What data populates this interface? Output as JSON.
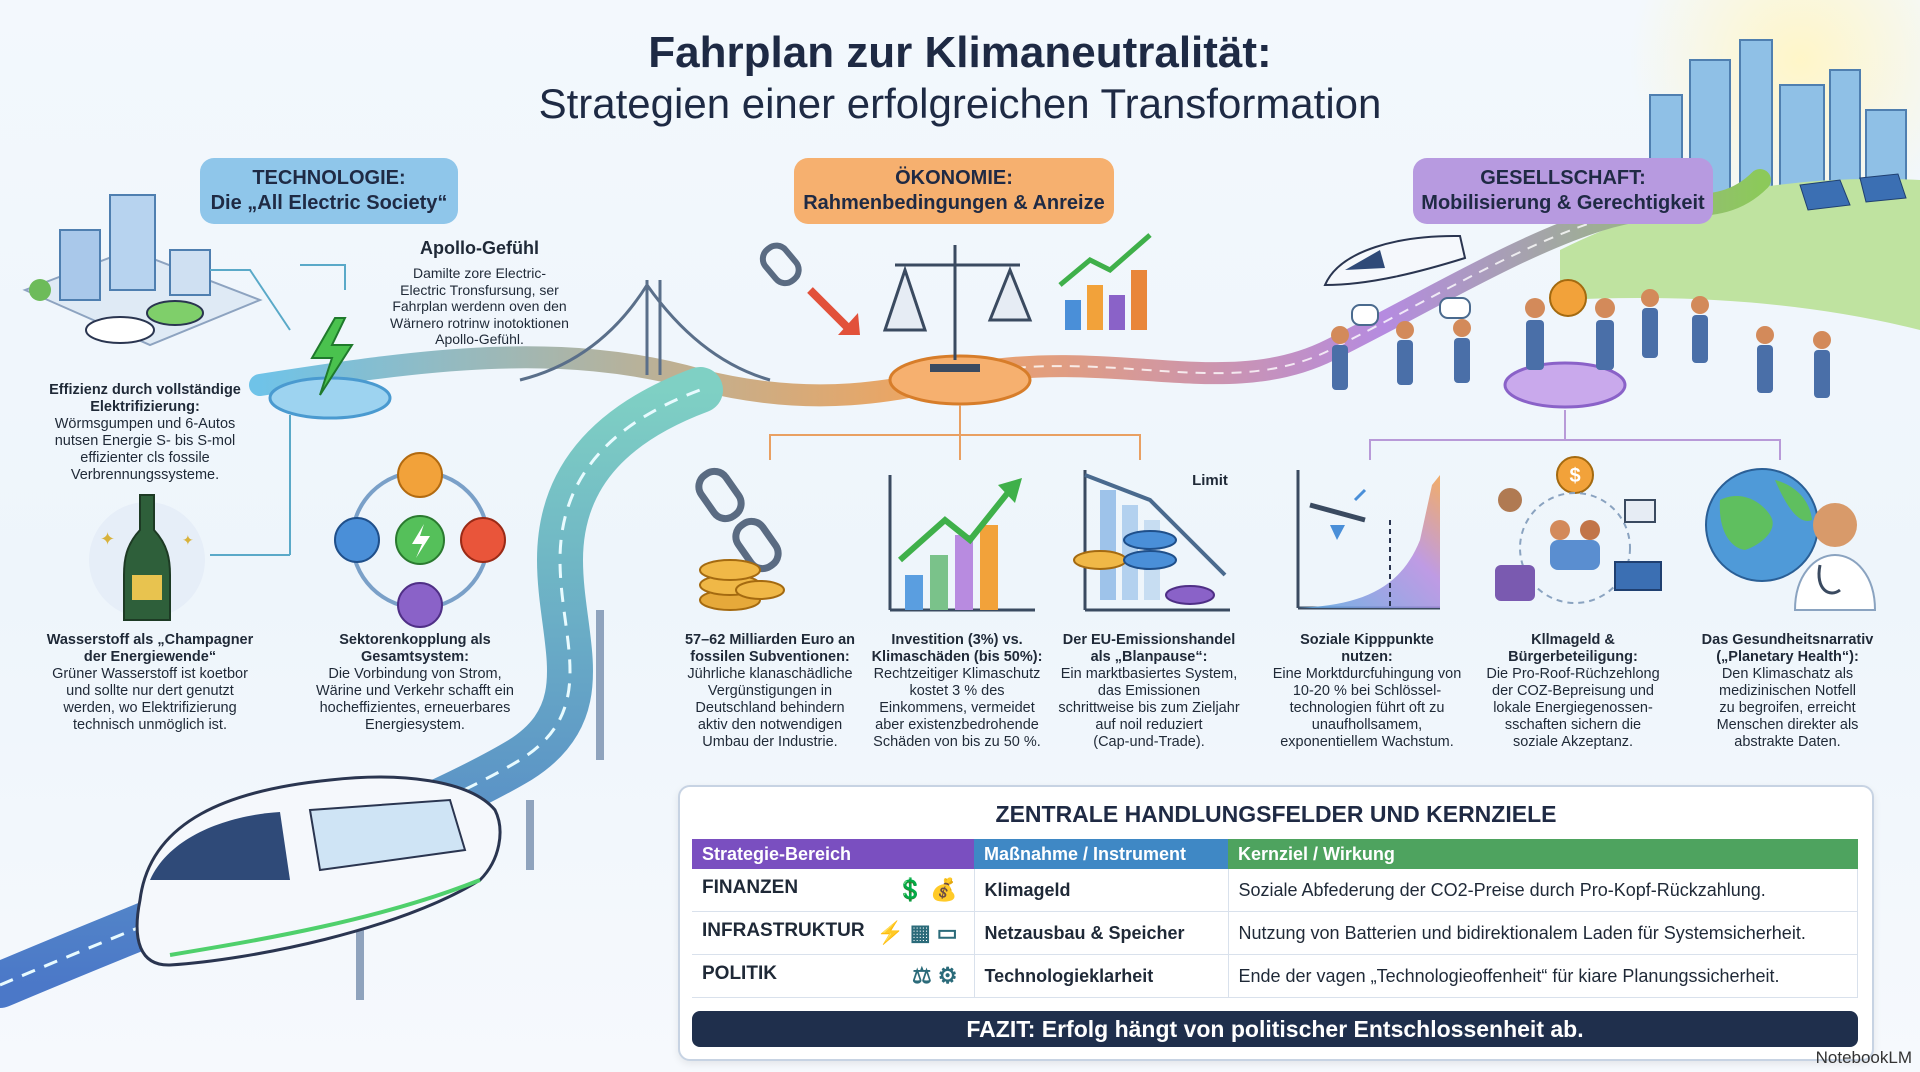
{
  "title": {
    "line1": "Fahrplan zur Klimaneutralität:",
    "line2": "Strategien einer erfolgreichen Transformation"
  },
  "pillars": [
    {
      "line1": "TECHNOLOGIE:",
      "line2": "Die „All Electric Society“",
      "color": "#8fc6ea"
    },
    {
      "line1": "ÖKONOMIE:",
      "line2": "Rahmenbedingungen & Anreize",
      "color": "#f6b06f"
    },
    {
      "line1": "GESELLSCHAFT:",
      "line2": "Mobilisierung & Gerechtigkeit",
      "color": "#b79ae0"
    }
  ],
  "apollo": {
    "heading": "Apollo-Gefühl",
    "lines": [
      "Damilte zore Electric-",
      "Electric Tronsfursung, ser",
      "Fahrplan werdenn oven den",
      "Wärnero rotrinw inotoktionen",
      "Apollo-Gefühl."
    ]
  },
  "technology": [
    {
      "title": [
        "Effizienz durch vollständige",
        "Elektrifizierung:"
      ],
      "body": [
        "Wörmsgumpen und 6-Autos",
        "nutsen Energie S- bis S-mol",
        "effizienter cls fossile",
        "Verbrennungssysteme."
      ]
    },
    {
      "title": [
        "Wasserstoff als „Champagner",
        "der Energiewende“"
      ],
      "body": [
        "Grüner Wasserstoff ist koetbor",
        "und sollte nur dert genutzt",
        "werden, wo Elektrifizierung",
        "technisch unmöglich ist."
      ]
    },
    {
      "title": [
        "Sektorenkopplung als",
        "Gesamtsystem:"
      ],
      "body": [
        "Die Vorbindung von Strom,",
        "Wärine und Verkehr schafft ein",
        "hocheffizientes, erneuerbares",
        "Energiesystem."
      ]
    }
  ],
  "economy": [
    {
      "title": [
        "57–62 Milliarden Euro an",
        "fossilen Subventionen:"
      ],
      "body": [
        "Jührliche klanaschädliche",
        "Vergünstigungen in",
        "Deutschland behindern",
        "aktiv den notwendigen",
        "Umbau der Industrie."
      ]
    },
    {
      "title": [
        "Investition (3%) vs.",
        "Klimaschäden (bis 50%):"
      ],
      "body": [
        "Rechtzeitiger Klimaschutz",
        "kostet 3 % des",
        "Einkommens, vermeidet",
        "aber existenzbedrohende",
        "Schäden von bis zu 50 %."
      ]
    },
    {
      "title": [
        "Der EU-Emissionshandel",
        "als „Blanpause“:"
      ],
      "body": [
        "Ein marktbasiertes System,",
        "das Emissionen",
        "schrittweise bis zum Zieljahr",
        "auf noil reduziert",
        "(Cap-und-Trade)."
      ]
    }
  ],
  "limit_label": "Limit",
  "society": [
    {
      "title": [
        "Soziale Kipppunkte",
        "nutzen:"
      ],
      "body": [
        "Eine Morktdurcfuhingung von",
        "10-20 % bei Schlössel-",
        "technologien führt oft zu",
        "unaufhollsamem,",
        "exponentiellem Wachstum."
      ]
    },
    {
      "title": [
        "Kllmageld &",
        "Bürgerbeteiligung:"
      ],
      "body": [
        "Die Pro-Roof-Rüchzehlong",
        "der COZ-Bepreisung und",
        "lokale Energiegenossen-",
        "sschaften sichern die",
        "soziale Akzeptanz."
      ]
    },
    {
      "title": [
        "Das Gesundheitsnarrativ",
        "(„Planetary Health“):"
      ],
      "body": [
        "Den Klimaschatz als",
        "medizinischen Notfell",
        "zu begroifen, erreicht",
        "Menschen direkter als",
        "abstrakte Daten."
      ]
    }
  ],
  "table": {
    "heading": "ZENTRALE HANDLUNGSFELDER UND KERNZIELE",
    "columns": [
      "Strategie-Bereich",
      "Maßnahme / Instrument",
      "Kernziel / Wirkung"
    ],
    "column_colors": [
      "#7a4fc0",
      "#3f88c5",
      "#4ea35f"
    ],
    "rows": [
      {
        "area": "FINANZEN",
        "icons": "💲💰",
        "measure": "Klimageld",
        "goal": "Soziale Abfederung der CO2-Preise durch Pro-Kopf-Rückzahlung."
      },
      {
        "area": "INFRASTRUKTUR",
        "icons": "⚡▦▭",
        "measure": "Netzausbau & Speicher",
        "goal": "Nutzung von Batterien und bidirektionalem Laden für Systemsicherheit."
      },
      {
        "area": "POLITIK",
        "icons": "⚖⚙",
        "measure": "Technologieklarheit",
        "goal": "Ende der vagen „Technologieoffenheit“ für kiare Planungssicherheit."
      }
    ],
    "fazit": "FAZIT: Erfolg hängt von politischer Entschlossenheit ab."
  },
  "brand": "NotebookLM"
}
